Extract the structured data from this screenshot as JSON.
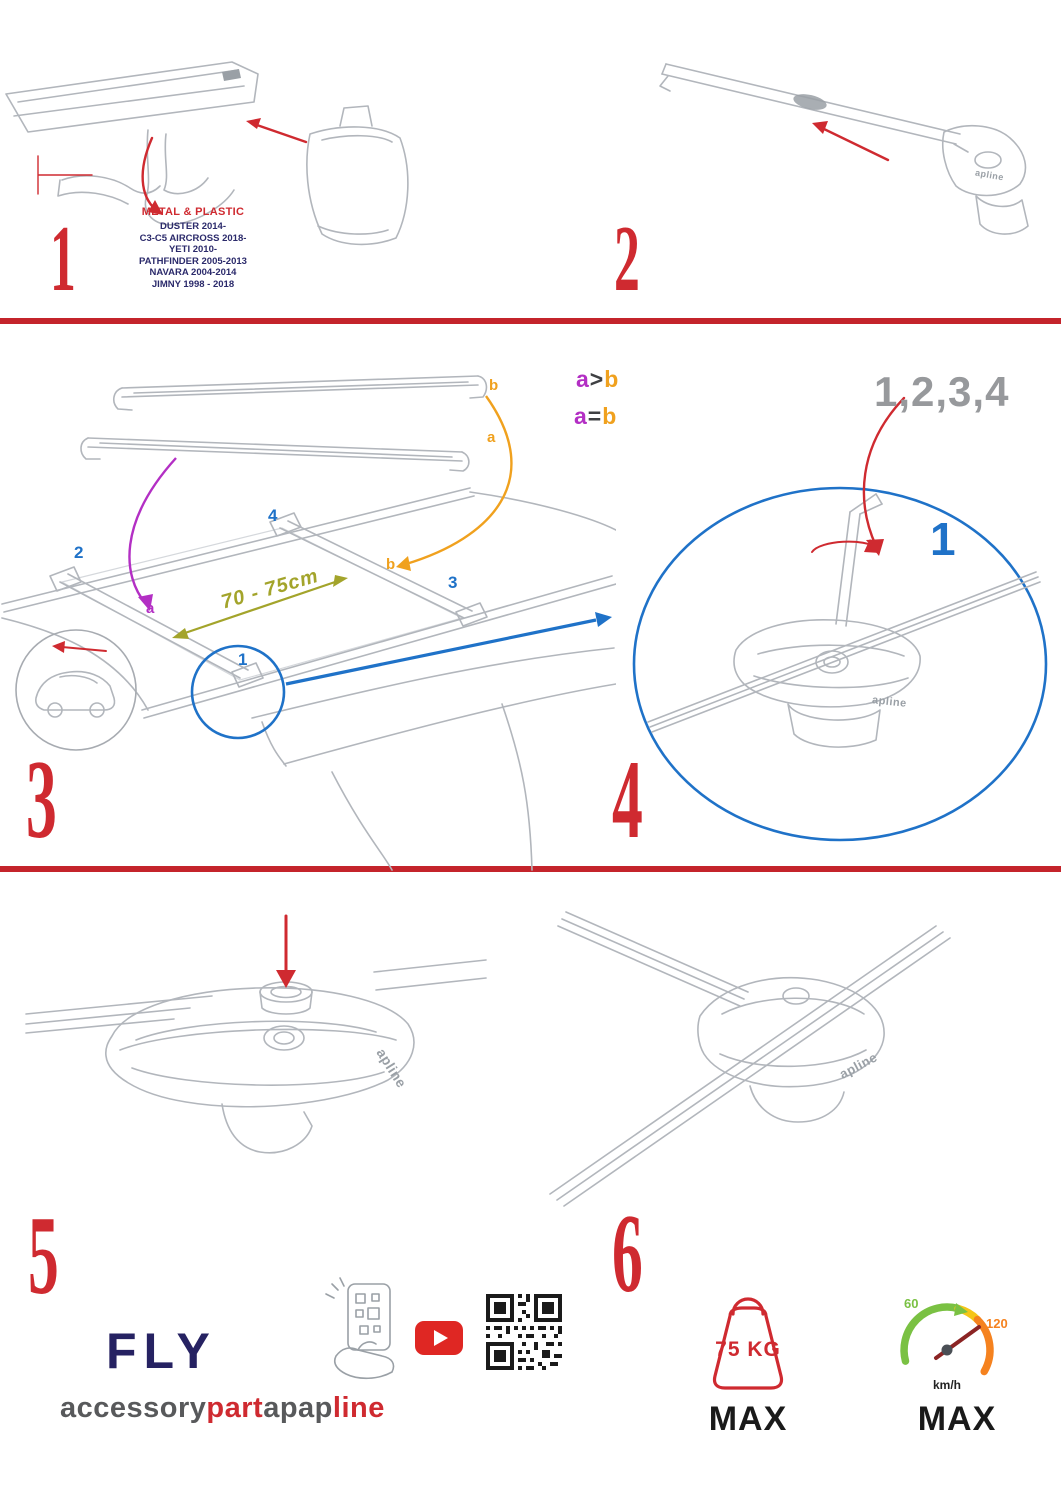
{
  "colors": {
    "accent_red": "#cf2a30",
    "divider_red": "#c4242b",
    "navy": "#2b2a6b",
    "blue": "#1f72c8",
    "orange": "#f0a11e",
    "magenta": "#b32fc4",
    "olive": "#a3a42b",
    "gray_text": "#97999c",
    "line_art": "#b2b6bc",
    "youtube_red": "#df2723",
    "gauge_green": "#7ac143",
    "gauge_yellow": "#f5c518",
    "gauge_orange": "#f5821f"
  },
  "steps": {
    "n1": "1",
    "n2": "2",
    "n3": "3",
    "n4": "4",
    "n5": "5",
    "n6": "6"
  },
  "step1": {
    "title": "METAL & PLASTIC",
    "models": [
      "DUSTER 2014-",
      "C3-C5 AIRCROSS 2018-",
      "YETI 2010-",
      "PATHFINDER 2005-2013",
      "NAVARA 2004-2014",
      "JIMNY 1998 - 2018"
    ]
  },
  "step3": {
    "bar_top_label": "b",
    "bar_bottom_label": "a",
    "legend": {
      "row1": {
        "left": "a",
        "op": ">",
        "right": "b"
      },
      "row2": {
        "left": "a",
        "op": "=",
        "right": "b"
      }
    },
    "marks": {
      "front_bar": "2",
      "rear_bar": "4",
      "right_side": "3",
      "pos_b": "b",
      "pos_a": "a",
      "detail": "1"
    },
    "measurement": "70 - 75cm"
  },
  "step4": {
    "sequence": "1,2,3,4",
    "reference": "1"
  },
  "branding": {
    "fly": "FLY",
    "accessory": "accessory",
    "part": "part",
    "ap": "ap",
    "line": "line",
    "product_logo": "apline"
  },
  "limits": {
    "weight": "75 KG",
    "weight_max": "MAX",
    "speed_low": "60",
    "speed_high": "120",
    "speed_unit": "km/h",
    "speed_max": "MAX"
  },
  "icons": {
    "youtube": "youtube-play-button",
    "qr": "qr-code",
    "phone": "phone-scan",
    "weight": "max-weight",
    "speedometer": "max-speed"
  }
}
